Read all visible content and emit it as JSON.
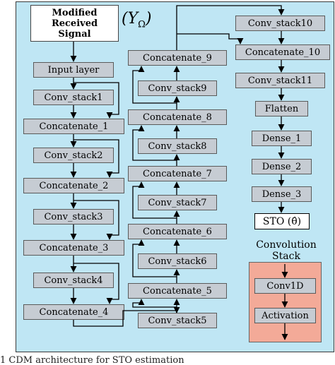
{
  "diagram": {
    "signal_lines": [
      "Modified",
      "Received",
      "Signal"
    ],
    "signal_symbol": "(Y",
    "signal_symbol_sub": "Ω",
    "signal_symbol_close": ")",
    "col1": [
      "Input layer",
      "Conv_stack1",
      "Concatenate_1",
      "Conv_stack2",
      "Concatenate_2",
      "Conv_stack3",
      "Concatenate_3",
      "Conv_stack4",
      "Concatenate_4"
    ],
    "col2": [
      "Conv_stack5",
      "Concatenate_5",
      "Conv_stack6",
      "Concatenate_6",
      "Conv_stack7",
      "Concatenate_7",
      "Conv_stack8",
      "Concatenate_8",
      "Conv_stack9",
      "Concatenate_9"
    ],
    "col3": [
      "Conv_stack10",
      "Concatenate_10",
      "Conv_stack11",
      "Flatten",
      "Dense_1",
      "Dense_2",
      "Dense_3"
    ],
    "output": "STO (θ̂)",
    "stack_title_1": "Convolution",
    "stack_title_2": "Stack",
    "stack_items": [
      "Conv1D",
      "Activation"
    ]
  },
  "caption": "1     CDM architecture for STO estimation"
}
